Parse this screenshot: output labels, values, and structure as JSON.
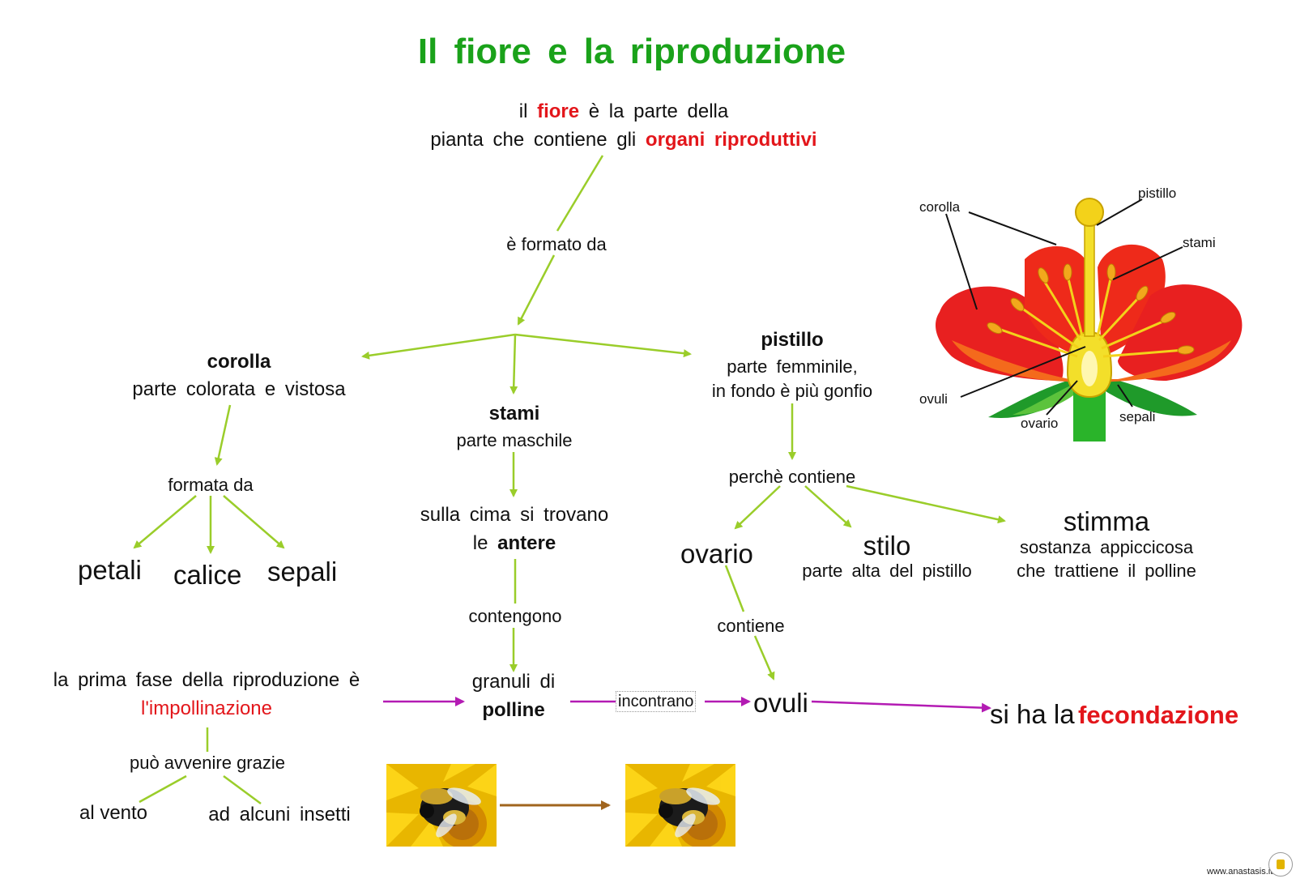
{
  "title": "Il fiore e la riproduzione",
  "intro": {
    "line1_pre": "il",
    "line1_key": "fiore",
    "line1_post": "è la parte della",
    "line2_pre": "pianta che contiene gli",
    "line2_key": "organi riproduttivi"
  },
  "link_formato": "è formato da",
  "corolla": {
    "title": "corolla",
    "desc": "parte colorata e vistosa",
    "link": "formata da",
    "parts": [
      "petali",
      "calice",
      "sepali"
    ]
  },
  "stami": {
    "title": "stami",
    "desc": "parte maschile",
    "top_line1": "sulla cima si trovano",
    "top_line2_pre": "le",
    "top_line2_key": "antere",
    "link": "contengono"
  },
  "pistillo": {
    "title": "pistillo",
    "desc_line1": "parte femminile,",
    "desc_line2": "in fondo è più gonfio",
    "link": "perchè contiene"
  },
  "ovario": {
    "title": "ovario",
    "link": "contiene"
  },
  "stilo": {
    "title": "stilo",
    "desc": "parte alta del pistillo"
  },
  "stimma": {
    "title": "stimma",
    "desc_line1": "sostanza appiccicosa",
    "desc_line2": "che trattiene il polline"
  },
  "polline": {
    "line1": "granuli di",
    "line2": "polline"
  },
  "ovuli_node": "ovuli",
  "link_incontrano": "incontrano",
  "fecondazione": {
    "pre": "si ha la",
    "key": "fecondazione"
  },
  "impollinazione": {
    "line1": "la prima fase della riproduzione è",
    "line2": "l'impollinazione",
    "link": "può avvenire grazie",
    "option1": "al vento",
    "option2": "ad alcuni insetti"
  },
  "diagram_labels": {
    "corolla": "corolla",
    "pistillo": "pistillo",
    "stami": "stami",
    "ovuli": "ovuli",
    "ovario": "ovario",
    "sepali": "sepali"
  },
  "footer": "www.anastasis.it",
  "colors": {
    "title": "#1aa21a",
    "accent": "#e3161b",
    "arrow_green": "#9acd2a",
    "arrow_purple": "#b31bb3",
    "arrow_brown": "#a0651e"
  }
}
